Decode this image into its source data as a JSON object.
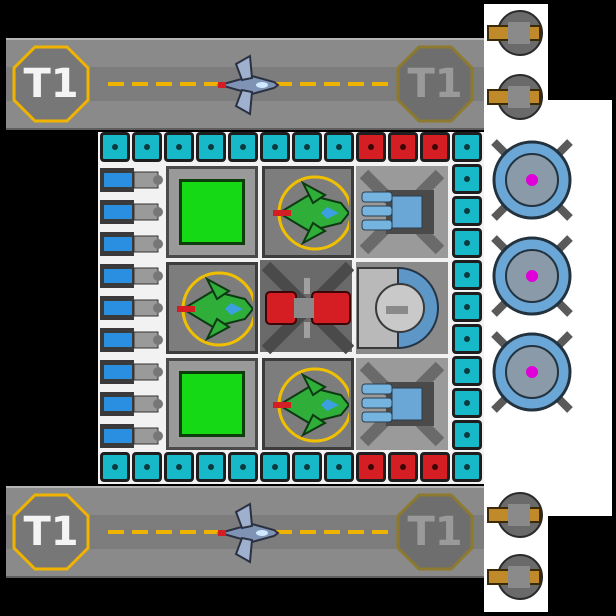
{
  "scene": "space-station-layout",
  "landing_pads": [
    {
      "label": "T1",
      "state": "active",
      "color": "#f0b400"
    },
    {
      "label": "T1",
      "state": "inactive",
      "color": "#8d7a2e"
    },
    {
      "label": "T1",
      "state": "active",
      "color": "#f0b400"
    },
    {
      "label": "T1",
      "state": "inactive",
      "color": "#8d7a2e"
    }
  ],
  "colors": {
    "accent_yellow": "#f0b400",
    "tile_cyan": "#17b8c8",
    "tile_red": "#d41e24",
    "pad_green": "#16d916",
    "reactor_core": "#e000d8"
  },
  "icons": [
    "fighter-ship-icon",
    "green-ship-icon",
    "red-turret-icon",
    "turret-gun-icon",
    "reactor-icon",
    "engine-icon",
    "dome-icon"
  ]
}
